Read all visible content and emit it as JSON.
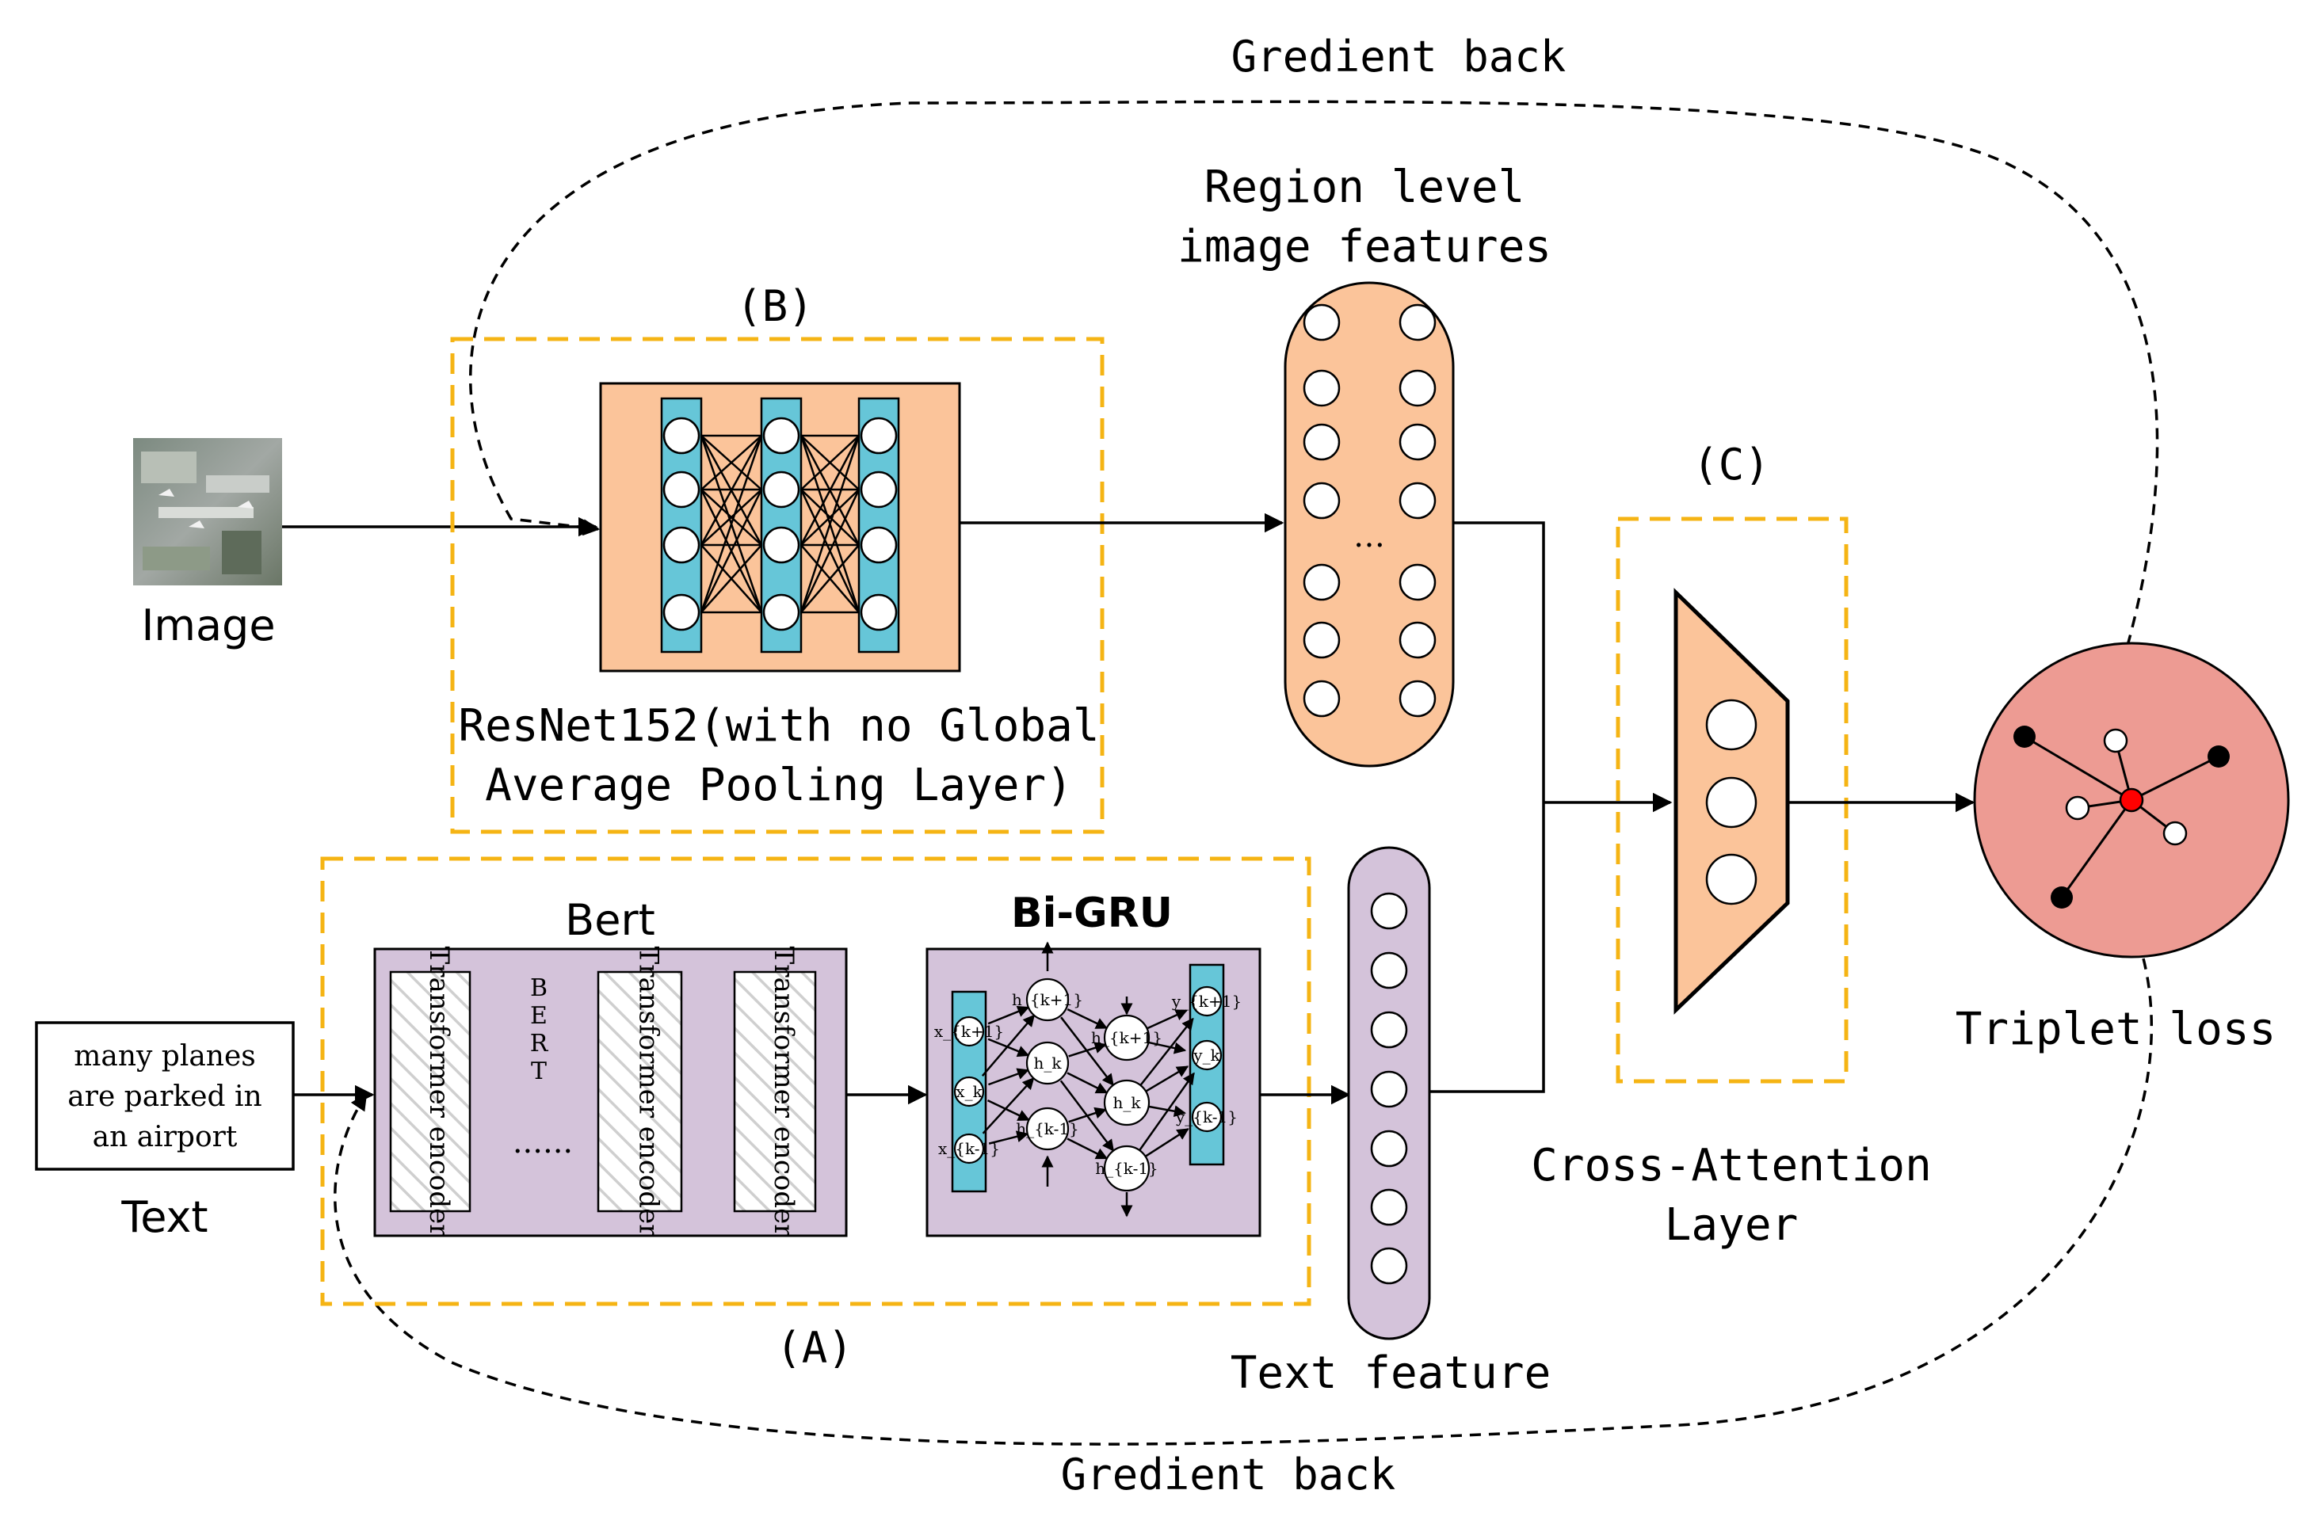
{
  "labels": {
    "gradient_top": "Gredient back",
    "gradient_bottom": "Gredient back",
    "region_line1": "Region level",
    "region_line2": "image features",
    "module_b": "(B)",
    "module_c": "(C)",
    "module_a": "(A)",
    "image": "Image",
    "resnet_line1": "ResNet152(with no Global",
    "resnet_line2": "Average Pooling Layer)",
    "bert": "Bert",
    "bigru": "Bi-GRU",
    "text": "Text",
    "text_feature": "Text feature",
    "cross_line1": "Cross-Attention",
    "cross_line2": "Layer",
    "triplet": "Triplet loss",
    "ellipsis": "…",
    "bert_dots": "......"
  },
  "text_input": {
    "line1": "many planes",
    "line2": "are parked in",
    "line3": "an airport"
  },
  "bert_block": {
    "encoder_label": "Transformer encoder",
    "bert_letters": [
      "B",
      "E",
      "R",
      "T"
    ]
  },
  "gru_block": {
    "inputs": [
      "x_{k+1}",
      "x_k",
      "x_{k-1}"
    ],
    "hidden_fwd": [
      "h_{k+1}",
      "h_k",
      "h_{k-1}"
    ],
    "hidden_bwd": [
      "h_{k+1}",
      "h_k",
      "h_{k-1}"
    ],
    "outputs": [
      "y_{k+1}",
      "y_k",
      "y_{k-1}"
    ]
  },
  "colors": {
    "orange_fill": "#fbc49a",
    "cyan_fill": "#66c6d8",
    "purple_fill": "#d4c3da",
    "dash_box": "#f5b414",
    "triplet_fill": "#ed9b93",
    "anchor_red": "#ff0000"
  }
}
